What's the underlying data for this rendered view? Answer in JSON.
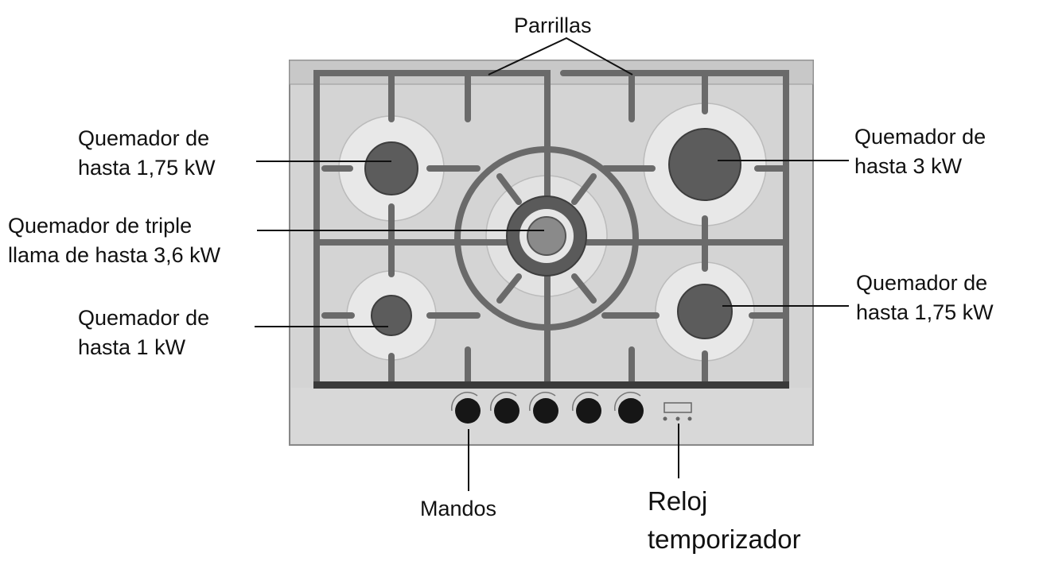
{
  "labels": {
    "parrillas": "Parrillas",
    "burner_top_left": [
      "Quemador de",
      "hasta 1,75 kW"
    ],
    "burner_triple": [
      "Quemador de triple",
      "llama de hasta 3,6 kW"
    ],
    "burner_bottom_left": [
      "Quemador de",
      "hasta 1 kW"
    ],
    "burner_top_right": [
      "Quemador de",
      "hasta 3 kW"
    ],
    "burner_bottom_right": [
      "Quemador de",
      "hasta 1,75 kW"
    ],
    "mandos": "Mandos",
    "reloj": [
      "Reloj",
      "temporizador"
    ]
  },
  "colors": {
    "cooktop": "#d3d3d3",
    "rim": "#c4c4c4",
    "grate": "#6e6e6e",
    "burner_cap": "#5a5a5a",
    "burner_ring": "#e6e6e6",
    "knob": "#161616"
  },
  "knob_count": 5
}
